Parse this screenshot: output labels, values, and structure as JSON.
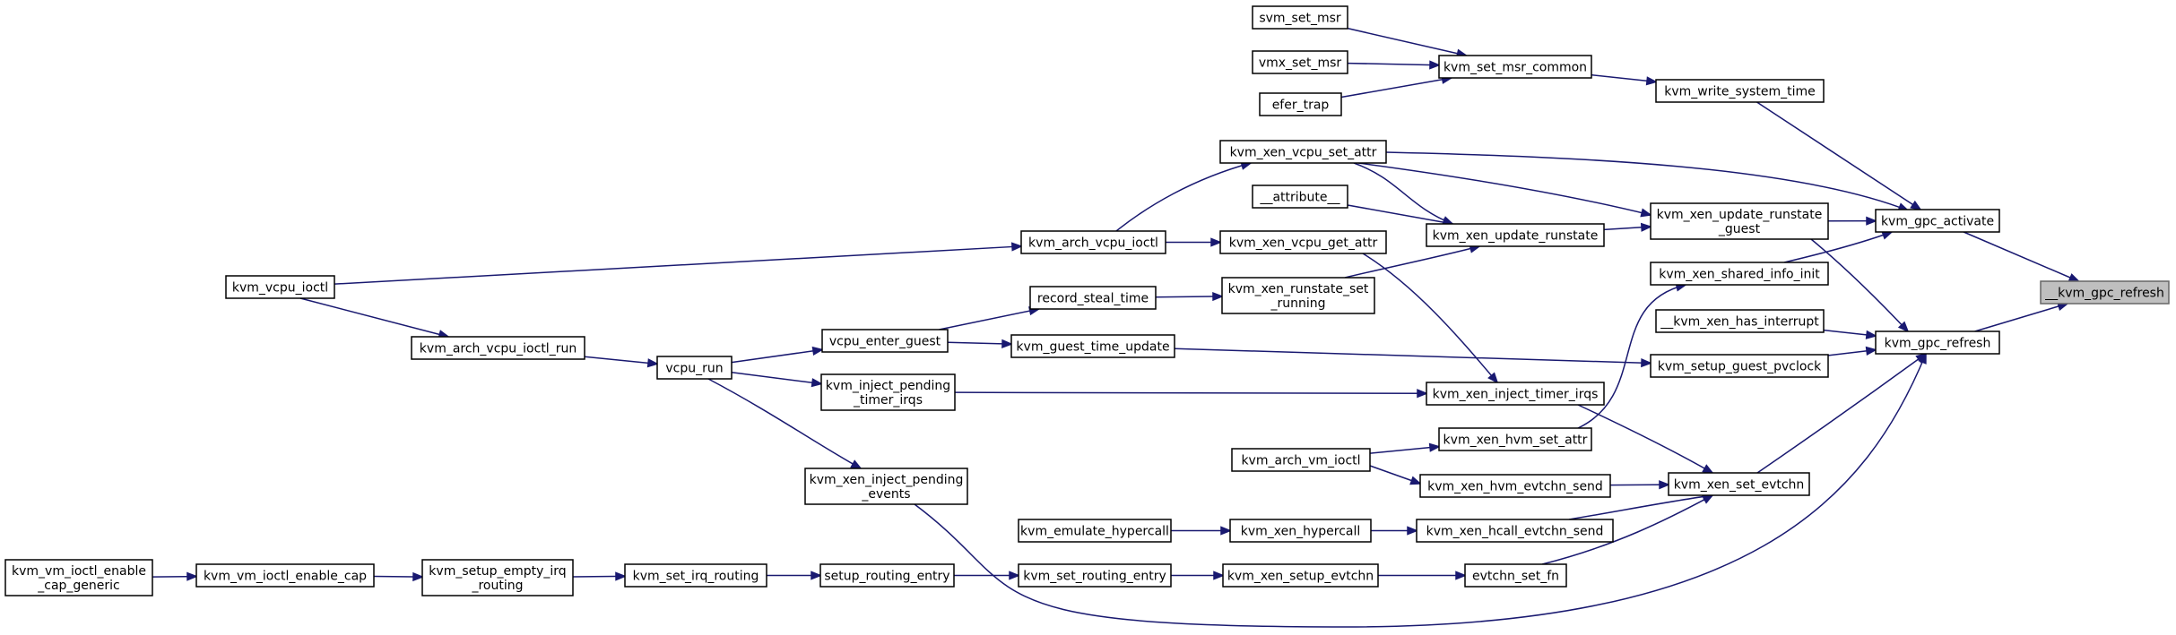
{
  "nodes": {
    "gpc_refresh_internal": {
      "lines": [
        "__kvm_gpc_refresh"
      ],
      "root": true
    },
    "gpc_activate": {
      "lines": [
        "kvm_gpc_activate"
      ]
    },
    "gpc_refresh": {
      "lines": [
        "kvm_gpc_refresh"
      ]
    },
    "write_system_time": {
      "lines": [
        "kvm_write_system_time"
      ]
    },
    "update_runstate_guest": {
      "lines": [
        "kvm_xen_update_runstate",
        "_guest"
      ]
    },
    "shared_info_init": {
      "lines": [
        "kvm_xen_shared_info_init"
      ]
    },
    "xen_has_interrupt": {
      "lines": [
        "__kvm_xen_has_interrupt"
      ]
    },
    "setup_guest_pvclock": {
      "lines": [
        "kvm_setup_guest_pvclock"
      ]
    },
    "xen_set_evtchn": {
      "lines": [
        "kvm_xen_set_evtchn"
      ]
    },
    "set_msr_common": {
      "lines": [
        "kvm_set_msr_common"
      ]
    },
    "svm_set_msr": {
      "lines": [
        "svm_set_msr"
      ]
    },
    "vmx_set_msr": {
      "lines": [
        "vmx_set_msr"
      ]
    },
    "efer_trap": {
      "lines": [
        "efer_trap"
      ]
    },
    "vcpu_set_attr": {
      "lines": [
        "kvm_xen_vcpu_set_attr"
      ]
    },
    "update_runstate": {
      "lines": [
        "kvm_xen_update_runstate"
      ]
    },
    "attribute": {
      "lines": [
        "__attribute__"
      ]
    },
    "vcpu_get_attr": {
      "lines": [
        "kvm_xen_vcpu_get_attr"
      ]
    },
    "runstate_set_running": {
      "lines": [
        "kvm_xen_runstate_set",
        "_running"
      ]
    },
    "arch_vcpu_ioctl": {
      "lines": [
        "kvm_arch_vcpu_ioctl"
      ]
    },
    "vcpu_ioctl": {
      "lines": [
        "kvm_vcpu_ioctl"
      ]
    },
    "arch_vcpu_ioctl_run": {
      "lines": [
        "kvm_arch_vcpu_ioctl_run"
      ]
    },
    "vcpu_run": {
      "lines": [
        "vcpu_run"
      ]
    },
    "vcpu_enter_guest": {
      "lines": [
        "vcpu_enter_guest"
      ]
    },
    "record_steal_time": {
      "lines": [
        "record_steal_time"
      ]
    },
    "guest_time_update": {
      "lines": [
        "kvm_guest_time_update"
      ]
    },
    "inject_pending_timer_irqs": {
      "lines": [
        "kvm_inject_pending",
        "_timer_irqs"
      ]
    },
    "inject_timer_irqs": {
      "lines": [
        "kvm_xen_inject_timer_irqs"
      ]
    },
    "inject_pending_events": {
      "lines": [
        "kvm_xen_inject_pending",
        "_events"
      ]
    },
    "hvm_set_attr": {
      "lines": [
        "kvm_xen_hvm_set_attr"
      ]
    },
    "arch_vm_ioctl": {
      "lines": [
        "kvm_arch_vm_ioctl"
      ]
    },
    "hvm_evtchn_send": {
      "lines": [
        "kvm_xen_hvm_evtchn_send"
      ]
    },
    "emulate_hypercall": {
      "lines": [
        "kvm_emulate_hypercall"
      ]
    },
    "xen_hypercall": {
      "lines": [
        "kvm_xen_hypercall"
      ]
    },
    "hcall_evtchn_send": {
      "lines": [
        "kvm_xen_hcall_evtchn_send"
      ]
    },
    "vm_ioctl_enable_cap_generic": {
      "lines": [
        "kvm_vm_ioctl_enable",
        "_cap_generic"
      ]
    },
    "vm_ioctl_enable_cap": {
      "lines": [
        "kvm_vm_ioctl_enable_cap"
      ]
    },
    "setup_empty_irq_routing": {
      "lines": [
        "kvm_setup_empty_irq",
        "_routing"
      ]
    },
    "set_irq_routing": {
      "lines": [
        "kvm_set_irq_routing"
      ]
    },
    "setup_routing_entry": {
      "lines": [
        "setup_routing_entry"
      ]
    },
    "set_routing_entry": {
      "lines": [
        "kvm_set_routing_entry"
      ]
    },
    "xen_setup_evtchn": {
      "lines": [
        "kvm_xen_setup_evtchn"
      ]
    },
    "evtchn_set_fn": {
      "lines": [
        "evtchn_set_fn"
      ]
    }
  },
  "edges": [
    [
      "gpc_activate",
      "gpc_refresh_internal"
    ],
    [
      "gpc_refresh",
      "gpc_refresh_internal"
    ],
    [
      "write_system_time",
      "gpc_activate"
    ],
    [
      "vcpu_set_attr",
      "gpc_activate"
    ],
    [
      "update_runstate_guest",
      "gpc_activate"
    ],
    [
      "shared_info_init",
      "gpc_activate"
    ],
    [
      "update_runstate_guest",
      "gpc_refresh"
    ],
    [
      "xen_has_interrupt",
      "gpc_refresh"
    ],
    [
      "setup_guest_pvclock",
      "gpc_refresh"
    ],
    [
      "xen_set_evtchn",
      "gpc_refresh"
    ],
    [
      "inject_pending_events",
      "gpc_refresh"
    ],
    [
      "set_msr_common",
      "write_system_time"
    ],
    [
      "svm_set_msr",
      "set_msr_common"
    ],
    [
      "vmx_set_msr",
      "set_msr_common"
    ],
    [
      "efer_trap",
      "set_msr_common"
    ],
    [
      "vcpu_set_attr",
      "update_runstate_guest"
    ],
    [
      "update_runstate",
      "update_runstate_guest"
    ],
    [
      "vcpu_set_attr",
      "update_runstate"
    ],
    [
      "attribute",
      "update_runstate"
    ],
    [
      "runstate_set_running",
      "update_runstate"
    ],
    [
      "arch_vcpu_ioctl",
      "vcpu_set_attr"
    ],
    [
      "arch_vcpu_ioctl",
      "vcpu_get_attr"
    ],
    [
      "vcpu_get_attr",
      "inject_timer_irqs"
    ],
    [
      "vcpu_ioctl",
      "arch_vcpu_ioctl"
    ],
    [
      "vcpu_ioctl",
      "arch_vcpu_ioctl_run"
    ],
    [
      "arch_vcpu_ioctl_run",
      "vcpu_run"
    ],
    [
      "vcpu_run",
      "vcpu_enter_guest"
    ],
    [
      "vcpu_run",
      "inject_pending_timer_irqs"
    ],
    [
      "vcpu_run",
      "inject_pending_events"
    ],
    [
      "vcpu_enter_guest",
      "record_steal_time"
    ],
    [
      "vcpu_enter_guest",
      "guest_time_update"
    ],
    [
      "record_steal_time",
      "runstate_set_running"
    ],
    [
      "guest_time_update",
      "setup_guest_pvclock"
    ],
    [
      "inject_pending_timer_irqs",
      "inject_timer_irqs"
    ],
    [
      "inject_timer_irqs",
      "xen_set_evtchn"
    ],
    [
      "hvm_set_attr",
      "shared_info_init"
    ],
    [
      "arch_vm_ioctl",
      "hvm_set_attr"
    ],
    [
      "arch_vm_ioctl",
      "hvm_evtchn_send"
    ],
    [
      "hvm_evtchn_send",
      "xen_set_evtchn"
    ],
    [
      "emulate_hypercall",
      "xen_hypercall"
    ],
    [
      "xen_hypercall",
      "hcall_evtchn_send"
    ],
    [
      "hcall_evtchn_send",
      "xen_set_evtchn"
    ],
    [
      "vm_ioctl_enable_cap_generic",
      "vm_ioctl_enable_cap"
    ],
    [
      "vm_ioctl_enable_cap",
      "setup_empty_irq_routing"
    ],
    [
      "setup_empty_irq_routing",
      "set_irq_routing"
    ],
    [
      "set_irq_routing",
      "setup_routing_entry"
    ],
    [
      "setup_routing_entry",
      "set_routing_entry"
    ],
    [
      "set_routing_entry",
      "xen_setup_evtchn"
    ],
    [
      "xen_setup_evtchn",
      "evtchn_set_fn"
    ],
    [
      "evtchn_set_fn",
      "xen_set_evtchn"
    ]
  ],
  "colors": {
    "edge": "#191970",
    "root_fill": "#bfbfbf",
    "node_fill": "#ffffff"
  }
}
